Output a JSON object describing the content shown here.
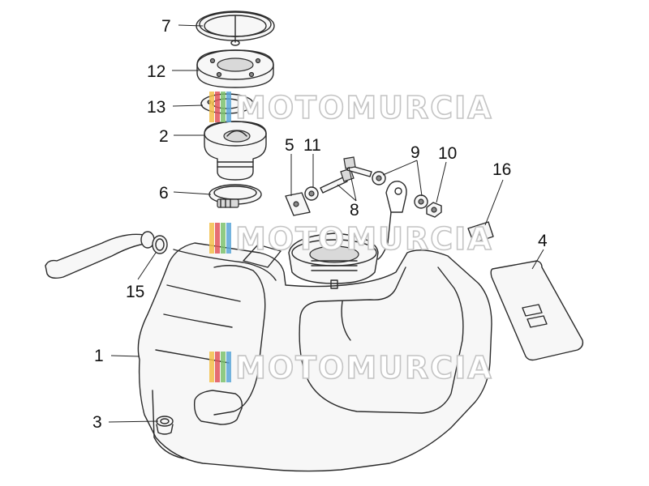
{
  "diagram": {
    "callouts": [
      {
        "id": "7",
        "label": "7"
      },
      {
        "id": "12",
        "label": "12"
      },
      {
        "id": "13",
        "label": "13"
      },
      {
        "id": "2",
        "label": "2"
      },
      {
        "id": "6",
        "label": "6"
      },
      {
        "id": "5",
        "label": "5"
      },
      {
        "id": "11",
        "label": "11"
      },
      {
        "id": "9",
        "label": "9"
      },
      {
        "id": "10",
        "label": "10"
      },
      {
        "id": "16",
        "label": "16"
      },
      {
        "id": "8",
        "label": "8"
      },
      {
        "id": "4",
        "label": "4"
      },
      {
        "id": "15",
        "label": "15"
      },
      {
        "id": "1",
        "label": "1"
      },
      {
        "id": "3",
        "label": "3"
      }
    ]
  },
  "watermark": {
    "text": "MOTOMURCIA",
    "stripe_colors": [
      "#f3c04a",
      "#e2555a",
      "#7cc26f",
      "#5aa6d8"
    ]
  }
}
